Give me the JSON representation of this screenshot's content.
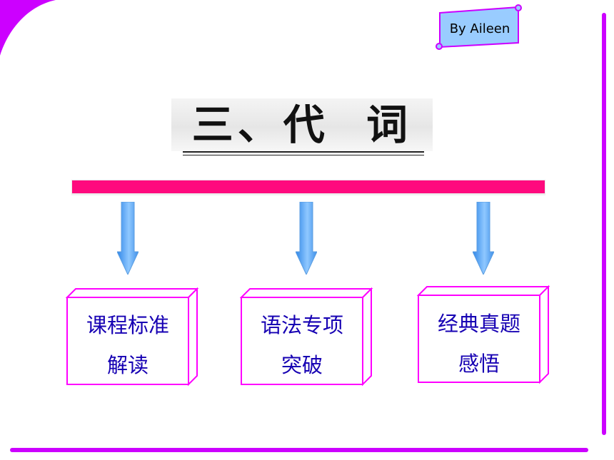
{
  "badge": {
    "text": "By Aileen"
  },
  "title": {
    "text": "三、代  词"
  },
  "colors": {
    "accent_magenta": "#cc00ff",
    "bar_pink": "#ff0a7e",
    "box_border": "#ff00ff",
    "box_text": "#1600b3",
    "arrow_blue": "#4da3f0"
  },
  "sections": [
    {
      "line1": "课程标准",
      "line2": "解读"
    },
    {
      "line1": "语法专项",
      "line2": "突破"
    },
    {
      "line1": "经典真题",
      "line2": "感悟"
    }
  ]
}
